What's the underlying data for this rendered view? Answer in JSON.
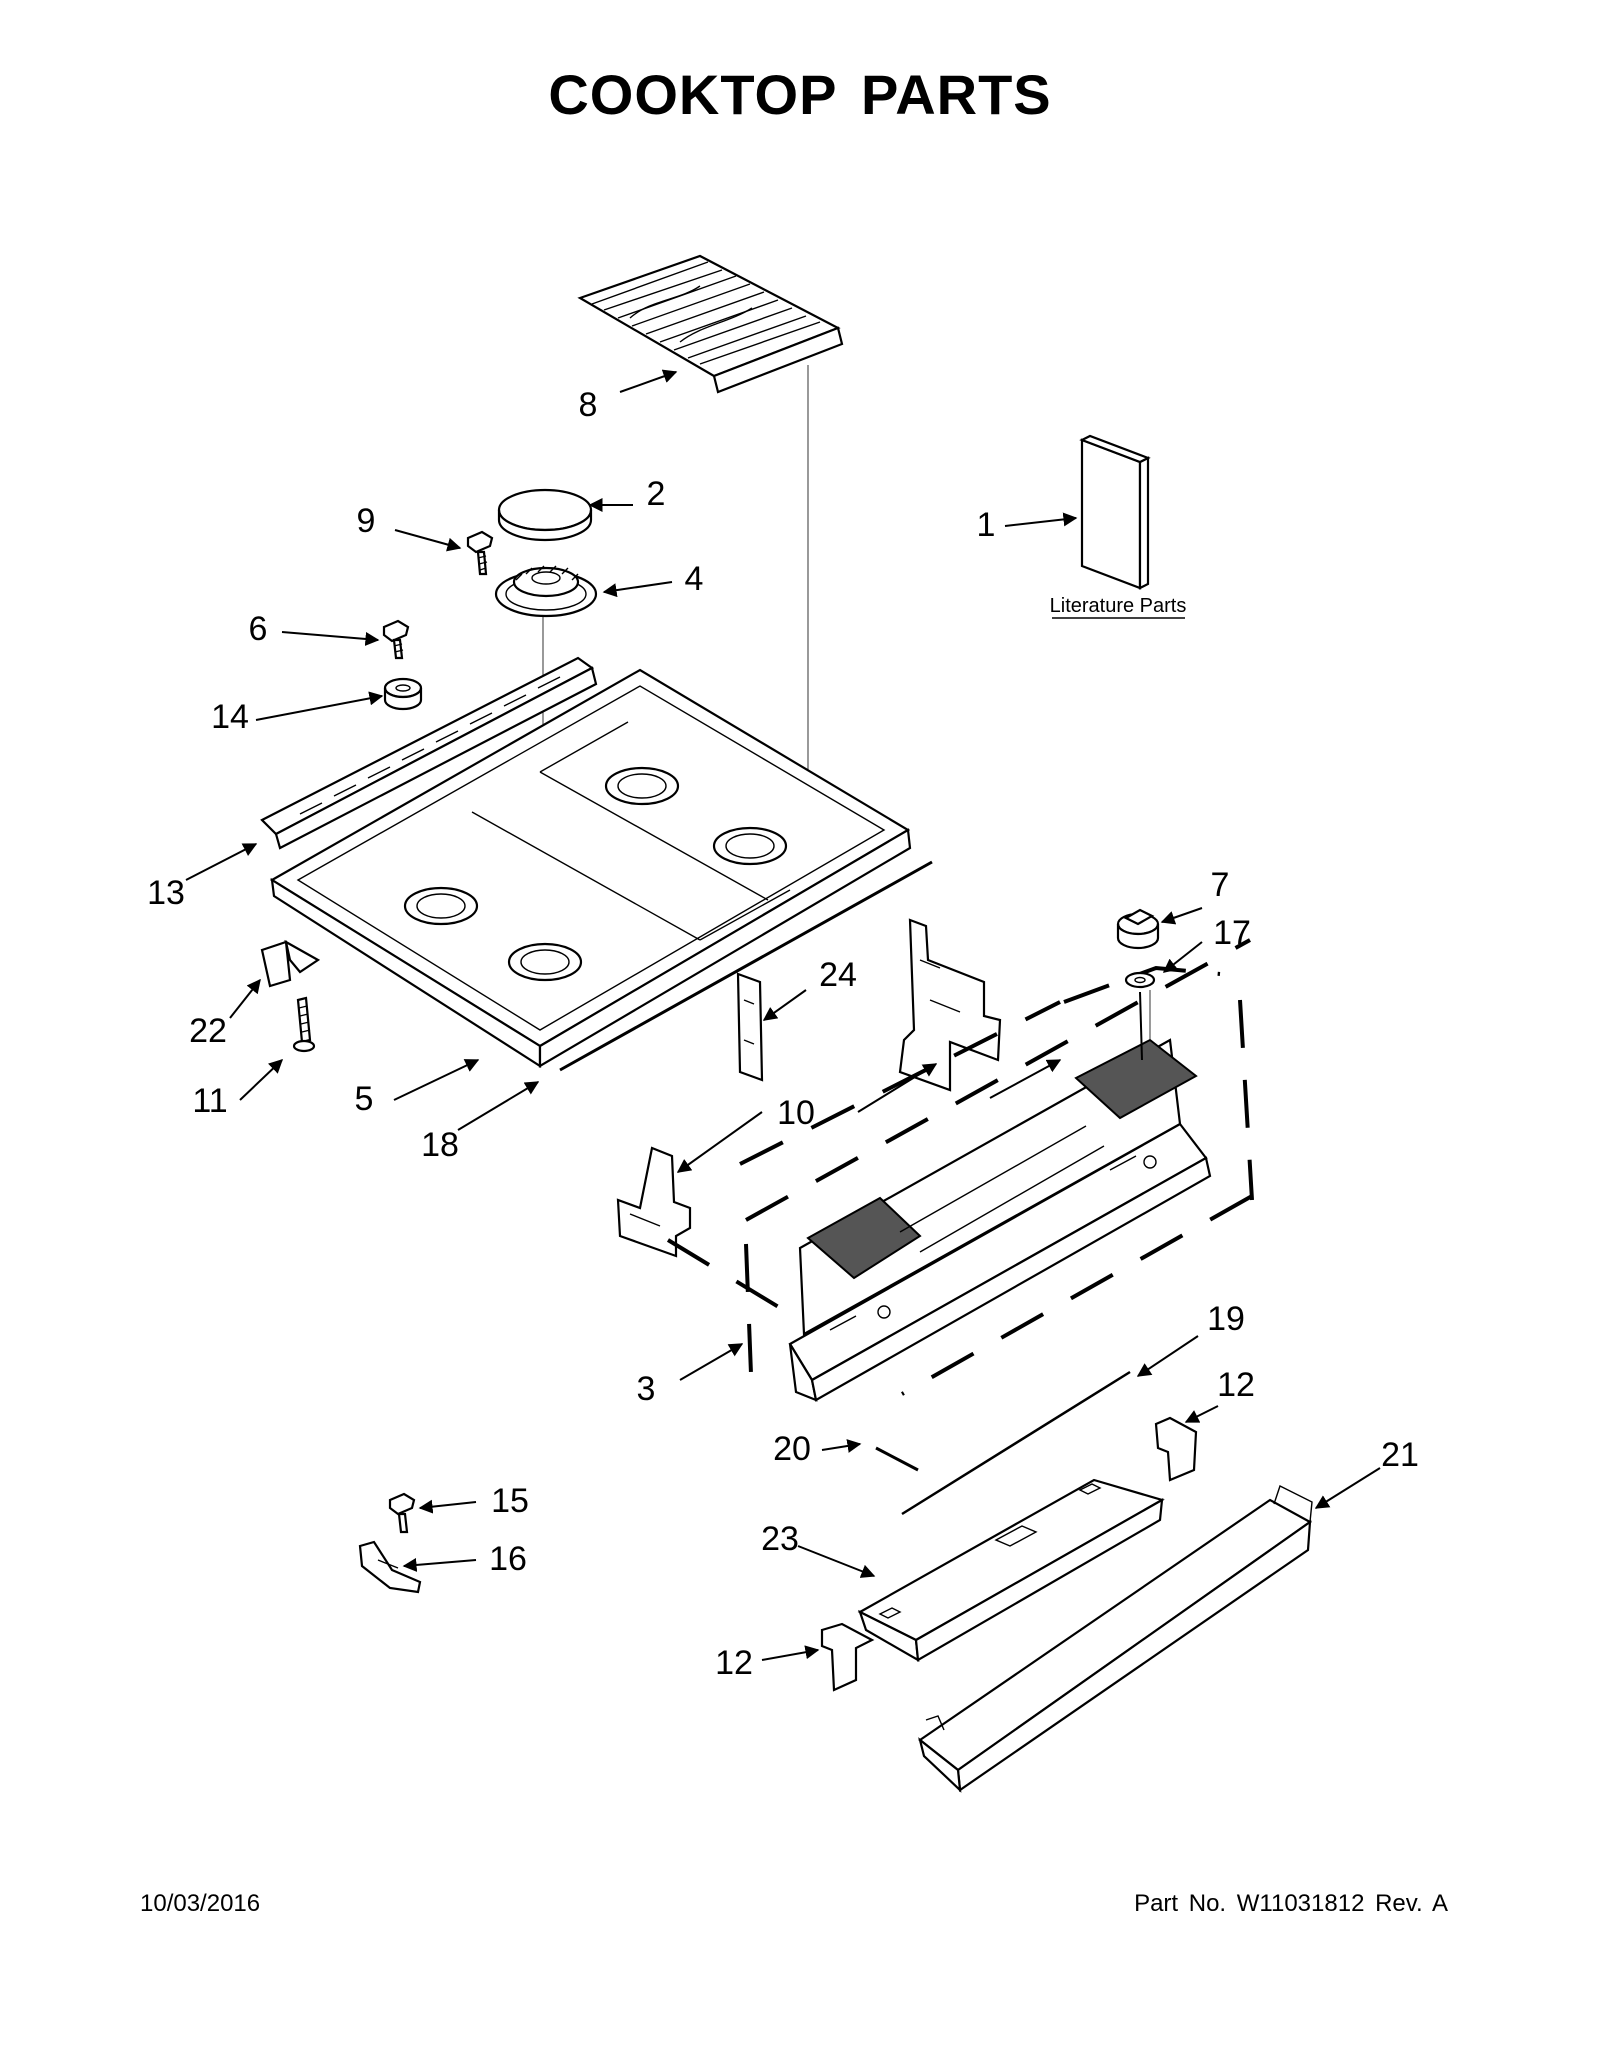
{
  "title": "COOKTOP PARTS",
  "literature_label": "Literature Parts",
  "callouts": [
    "1",
    "2",
    "3",
    "4",
    "5",
    "6",
    "7",
    "8",
    "9",
    "10",
    "11",
    "12",
    "13",
    "14",
    "15",
    "16",
    "17",
    "18",
    "19",
    "20",
    "21",
    "22",
    "23",
    "24"
  ],
  "footer": {
    "date": "10/03/2016",
    "part_number": "Part No.  W11031812  Rev.  A"
  }
}
